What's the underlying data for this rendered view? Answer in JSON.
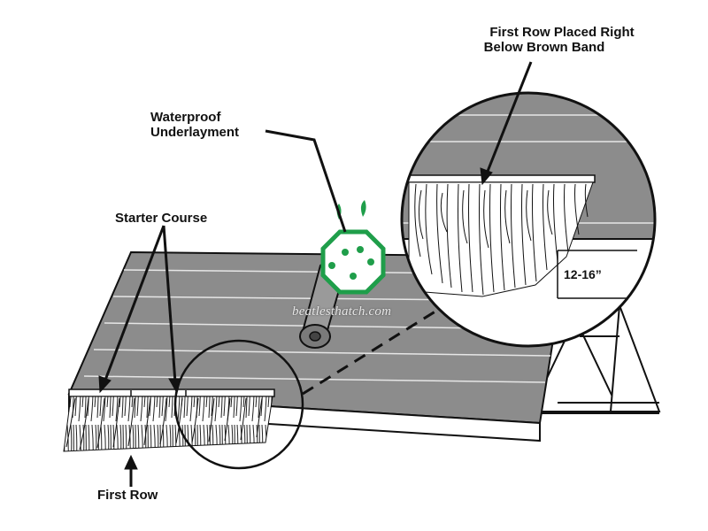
{
  "labels": {
    "first_row_placed_line1": "First Row Placed Right",
    "first_row_placed_line2": "Below Brown Band",
    "waterproof_line1": "Waterproof",
    "waterproof_line2": "Underlayment",
    "starter_course": "Starter Course",
    "first_row": "First Row",
    "spacing": "12-16”"
  },
  "watermark": {
    "text": "beatlesthatch.com"
  },
  "colors": {
    "roof_gray": "#8c8c8c",
    "line": "#111111",
    "logo_green": "#1f9e4a"
  }
}
